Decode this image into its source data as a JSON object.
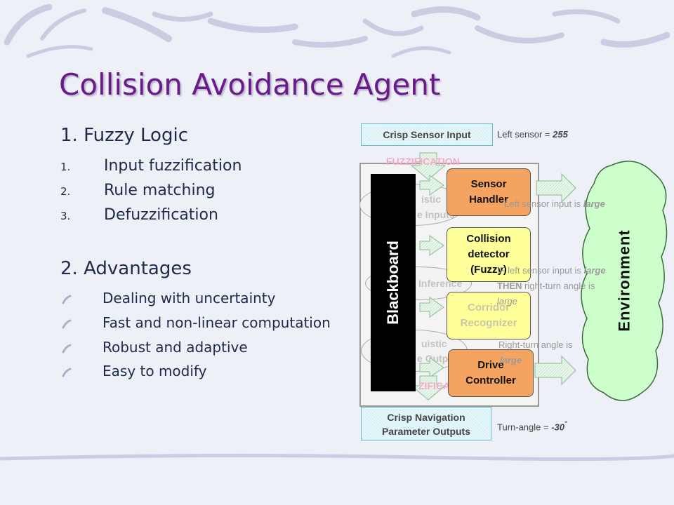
{
  "slide": {
    "title": "Collision Avoidance Agent",
    "section1": {
      "heading": "1. Fuzzy Logic",
      "items": [
        {
          "num": "1.",
          "text": "Input fuzzification"
        },
        {
          "num": "2.",
          "text": "Rule matching"
        },
        {
          "num": "3.",
          "text": "Defuzzification"
        }
      ]
    },
    "section2": {
      "heading": "2. Advantages",
      "bullets": [
        "Dealing with uncertainty",
        "Fast and non-linear computation",
        "Robust and adaptive",
        "Easy to modify"
      ]
    }
  },
  "diagram": {
    "crisp_input": "Crisp Sensor Input",
    "crisp_output_line1": "Crisp Navigation",
    "crisp_output_line2": "Parameter Outputs",
    "fuzzification": "FUZZIFICATION",
    "defuzzification": "ZIFICATION",
    "blackboard": "Blackboard",
    "environment": "Environment",
    "hidden_clouds": {
      "inputs_top": "istic",
      "inputs_bottom": "e Inputs",
      "inference": "Inference",
      "outputs_top": "uistic",
      "outputs_bottom": "e Outputs"
    },
    "modules": [
      {
        "line1": "Sensor",
        "line2": "Handler",
        "line3": "",
        "color": "#f4a460"
      },
      {
        "line1": "Collision",
        "line2": "detector",
        "line3": "(Fuzzy)",
        "color": "#ffff99"
      },
      {
        "line1": "Corridor",
        "line2": "Recognizer",
        "line3": "",
        "color": "#ffff99"
      },
      {
        "line1": "Drive",
        "line2": "Controller",
        "line3": "",
        "color": "#f4a460"
      }
    ],
    "annotations": {
      "sensor_prefix": "Left sensor = ",
      "sensor_value": "255",
      "fuzzy_input_prefix": "Left sensor input is ",
      "fuzzy_input_value": "large",
      "rule_if": "IF left sensor input is ",
      "rule_if_value": "large",
      "rule_then_kw": "THEN",
      "rule_then": " right-turn angle is",
      "rule_then_value": "large",
      "fuzzy_output": "Right-turn    angle    is",
      "fuzzy_output_value": "large",
      "turn_prefix": "Turn-angle = ",
      "turn_value": "-30",
      "turn_unit": "°"
    }
  }
}
